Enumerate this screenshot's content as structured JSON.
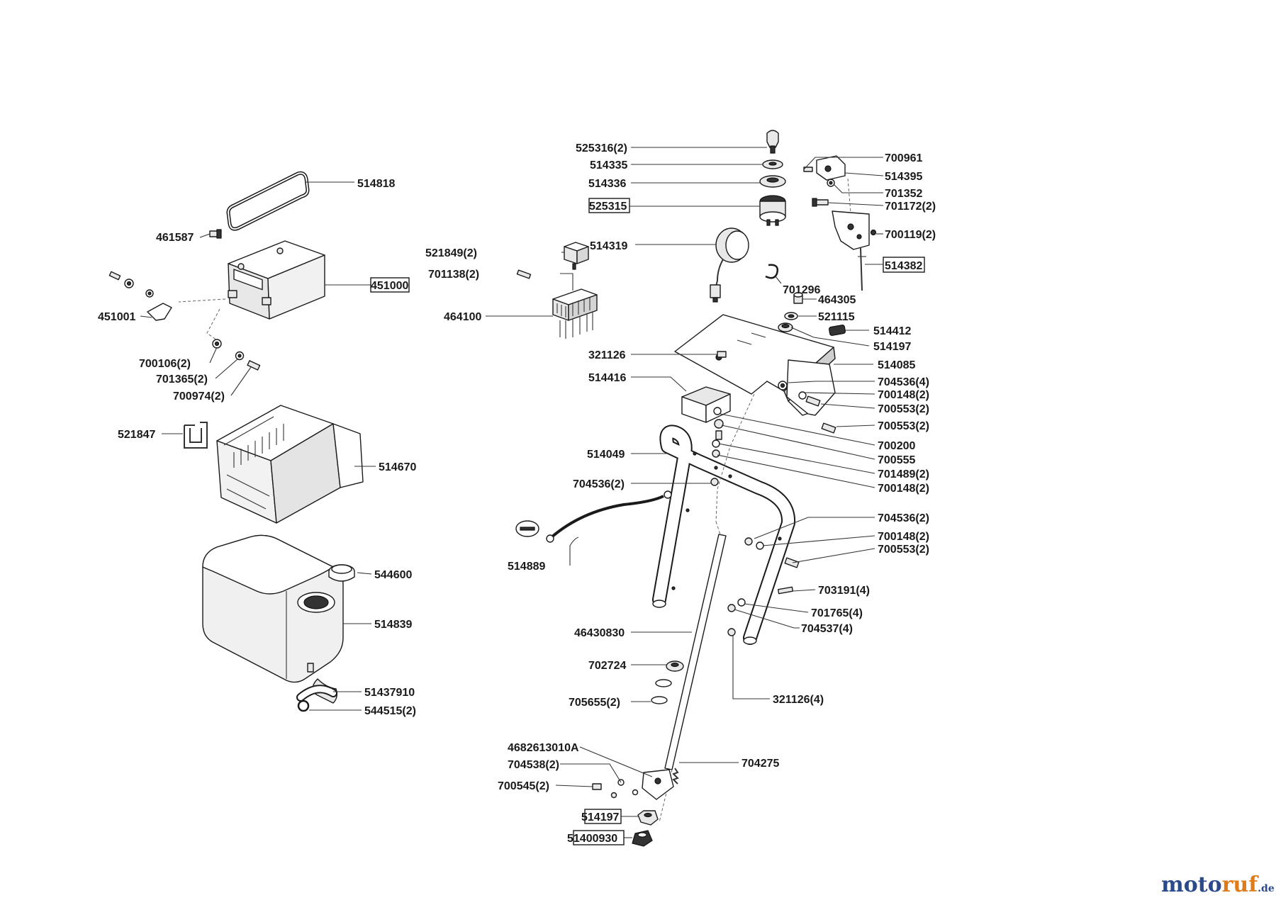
{
  "labels": [
    {
      "id": "l-525316",
      "text": "525316(2)"
    },
    {
      "id": "l-514335",
      "text": "514335"
    },
    {
      "id": "l-514336",
      "text": "514336"
    },
    {
      "id": "l-525315",
      "text": "525315"
    },
    {
      "id": "l-700961",
      "text": "700961"
    },
    {
      "id": "l-514395",
      "text": "514395"
    },
    {
      "id": "l-701352",
      "text": "701352"
    },
    {
      "id": "l-701172",
      "text": "701172(2)"
    },
    {
      "id": "l-700119",
      "text": "700119(2)"
    },
    {
      "id": "l-514382",
      "text": "514382"
    },
    {
      "id": "l-514818",
      "text": "514818"
    },
    {
      "id": "l-461587",
      "text": "461587"
    },
    {
      "id": "l-451000",
      "text": "451000"
    },
    {
      "id": "l-451001",
      "text": "451001"
    },
    {
      "id": "l-700106",
      "text": "700106(2)"
    },
    {
      "id": "l-701365",
      "text": "701365(2)"
    },
    {
      "id": "l-700974",
      "text": "700974(2)"
    },
    {
      "id": "l-521847",
      "text": "521847"
    },
    {
      "id": "l-514670",
      "text": "514670"
    },
    {
      "id": "l-544600",
      "text": "544600"
    },
    {
      "id": "l-514839",
      "text": "514839"
    },
    {
      "id": "l-51437910",
      "text": "51437910"
    },
    {
      "id": "l-544515",
      "text": "544515(2)"
    },
    {
      "id": "l-521849",
      "text": "521849(2)"
    },
    {
      "id": "l-701138",
      "text": "701138(2)"
    },
    {
      "id": "l-464100",
      "text": "464100"
    },
    {
      "id": "l-514319",
      "text": "514319"
    },
    {
      "id": "l-701296",
      "text": "701296"
    },
    {
      "id": "l-464305",
      "text": "464305"
    },
    {
      "id": "l-521115",
      "text": "521115"
    },
    {
      "id": "l-514412",
      "text": "514412"
    },
    {
      "id": "l-514197a",
      "text": "514197"
    },
    {
      "id": "l-321126",
      "text": "321126"
    },
    {
      "id": "l-514085",
      "text": "514085"
    },
    {
      "id": "l-514416",
      "text": "514416"
    },
    {
      "id": "l-704536-4",
      "text": "704536(4)"
    },
    {
      "id": "l-700148-a",
      "text": "700148(2)"
    },
    {
      "id": "l-700553-a",
      "text": "700553(2)"
    },
    {
      "id": "l-700553-b",
      "text": "700553(2)"
    },
    {
      "id": "l-700200",
      "text": "700200"
    },
    {
      "id": "l-700555",
      "text": "700555"
    },
    {
      "id": "l-701489",
      "text": "701489(2)"
    },
    {
      "id": "l-700148-b",
      "text": "700148(2)"
    },
    {
      "id": "l-514049",
      "text": "514049"
    },
    {
      "id": "l-704536-a",
      "text": "704536(2)"
    },
    {
      "id": "l-704536-b",
      "text": "704536(2)"
    },
    {
      "id": "l-700148-c",
      "text": "700148(2)"
    },
    {
      "id": "l-700553-c",
      "text": "700553(2)"
    },
    {
      "id": "l-514889",
      "text": "514889"
    },
    {
      "id": "l-703191",
      "text": "703191(4)"
    },
    {
      "id": "l-701765",
      "text": "701765(4)"
    },
    {
      "id": "l-704537",
      "text": "704537(4)"
    },
    {
      "id": "l-46430830",
      "text": "46430830"
    },
    {
      "id": "l-702724",
      "text": "702724"
    },
    {
      "id": "l-705655",
      "text": "705655(2)"
    },
    {
      "id": "l-321126-4",
      "text": "321126(4)"
    },
    {
      "id": "l-4682613010A",
      "text": "4682613010A"
    },
    {
      "id": "l-704538",
      "text": "704538(2)"
    },
    {
      "id": "l-704275",
      "text": "704275"
    },
    {
      "id": "l-700545",
      "text": "700545(2)"
    },
    {
      "id": "l-514197b",
      "text": "514197"
    },
    {
      "id": "l-51400930",
      "text": "51400930"
    }
  ],
  "brand": {
    "part1": "moto",
    "part2": "ruf",
    "suffix": ".de"
  },
  "colors": {
    "ink": "#1a1a1a",
    "brand_blue": "#2b4a8b",
    "brand_orange": "#e07b1a"
  }
}
